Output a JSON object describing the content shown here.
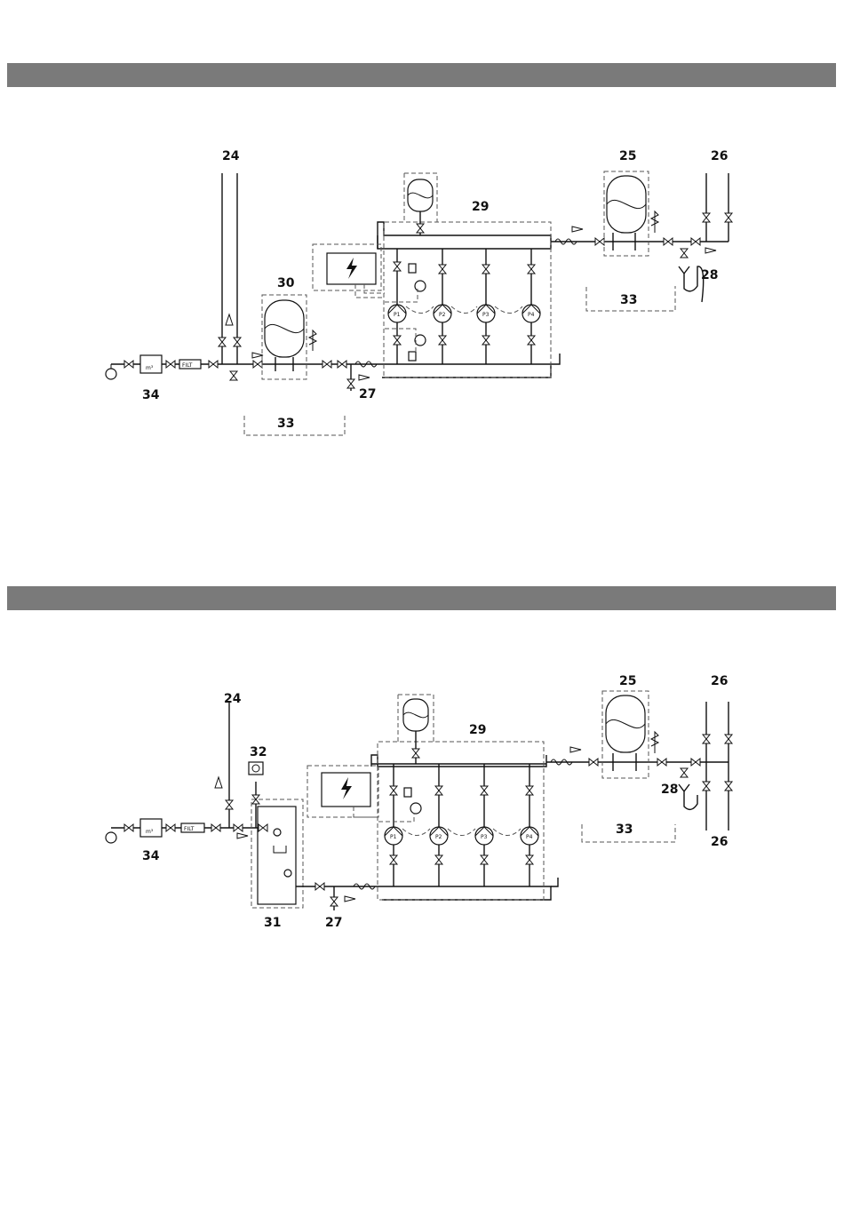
{
  "labels": {
    "d1": {
      "l24": "24",
      "l25": "25",
      "l26": "26",
      "l27": "27",
      "l28": "28",
      "l29": "29",
      "l30": "30",
      "l33a": "33",
      "l33b": "33",
      "l34": "34"
    },
    "d2": {
      "l24": "24",
      "l25": "25",
      "l26a": "26",
      "l26b": "26",
      "l27": "27",
      "l28": "28",
      "l29": "29",
      "l31": "31",
      "l32": "32",
      "l33": "33",
      "l34": "34"
    }
  },
  "symbols": {
    "filter": "FILT",
    "meter": "m³",
    "pumps": [
      "P1",
      "P2",
      "P3",
      "P4"
    ]
  },
  "colors": {
    "band": "#7a7a7a",
    "line": "#111111",
    "dashed": "#555555"
  }
}
